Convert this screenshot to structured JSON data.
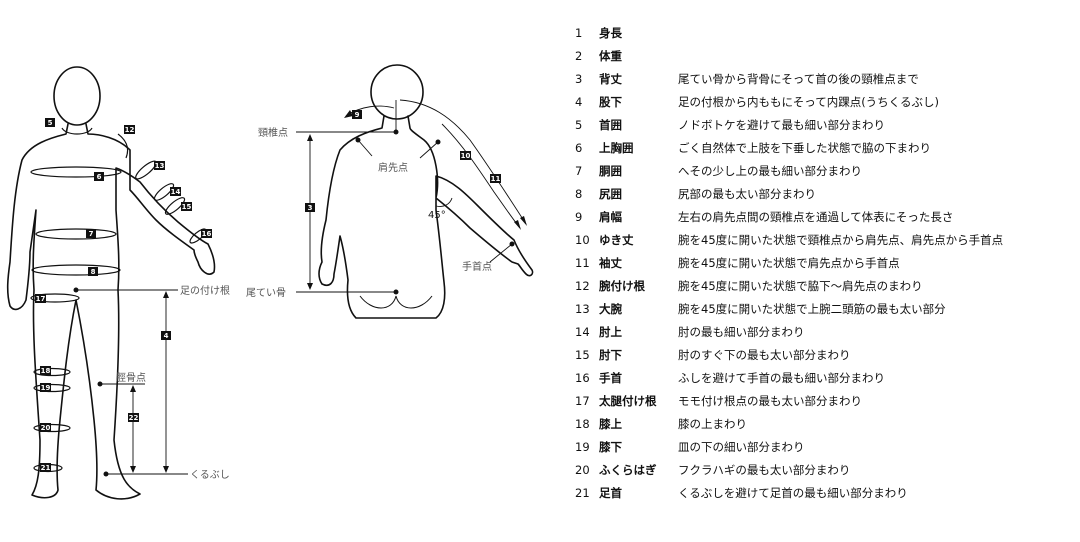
{
  "labels": {
    "neck_point": "頸椎点",
    "shoulder_point": "肩先点",
    "tailbone": "尾てい骨",
    "wrist_point": "手首点",
    "leg_base": "足の付け根",
    "tibia_point": "脛骨点",
    "ankle_bone": "くるぶし",
    "angle": "45°"
  },
  "measurements": [
    {
      "num": "1",
      "name": "身長",
      "desc": ""
    },
    {
      "num": "2",
      "name": "体重",
      "desc": ""
    },
    {
      "num": "3",
      "name": "背丈",
      "desc": "尾てい骨から背骨にそって首の後の頸椎点まで"
    },
    {
      "num": "4",
      "name": "股下",
      "desc": "足の付根から内ももにそって内踝点(うちくるぶし)"
    },
    {
      "num": "5",
      "name": "首囲",
      "desc": "ノドボトケを避けて最も細い部分まわり"
    },
    {
      "num": "6",
      "name": "上胸囲",
      "desc": "ごく自然体で上肢を下垂した状態で脇の下まわり"
    },
    {
      "num": "7",
      "name": "胴囲",
      "desc": "へその少し上の最も細い部分まわり"
    },
    {
      "num": "8",
      "name": "尻囲",
      "desc": "尻部の最も太い部分まわり"
    },
    {
      "num": "9",
      "name": "肩幅",
      "desc": "左右の肩先点間の頸椎点を通過して体表にそった長さ"
    },
    {
      "num": "10",
      "name": "ゆき丈",
      "desc": "腕を45度に開いた状態で頸椎点から肩先点、肩先点から手首点"
    },
    {
      "num": "11",
      "name": "袖丈",
      "desc": "腕を45度に開いた状態で肩先点から手首点"
    },
    {
      "num": "12",
      "name": "腕付け根",
      "desc": "腕を45度に開いた状態で脇下～肩先点のまわり"
    },
    {
      "num": "13",
      "name": "大腕",
      "desc": "腕を45度に開いた状態で上腕二頭筋の最も太い部分"
    },
    {
      "num": "14",
      "name": "肘上",
      "desc": "肘の最も細い部分まわり"
    },
    {
      "num": "15",
      "name": "肘下",
      "desc": "肘のすぐ下の最も太い部分まわり"
    },
    {
      "num": "16",
      "name": "手首",
      "desc": "ふしを避けて手首の最も細い部分まわり"
    },
    {
      "num": "17",
      "name": "太腿付け根",
      "desc": "モモ付け根点の最も太い部分まわり"
    },
    {
      "num": "18",
      "name": "膝上",
      "desc": "膝の上まわり"
    },
    {
      "num": "19",
      "name": "膝下",
      "desc": "皿の下の細い部分まわり"
    },
    {
      "num": "20",
      "name": "ふくらはぎ",
      "desc": "フクラハギの最も太い部分まわり"
    },
    {
      "num": "21",
      "name": "足首",
      "desc": "くるぶしを避けて足首の最も細い部分まわり"
    }
  ]
}
